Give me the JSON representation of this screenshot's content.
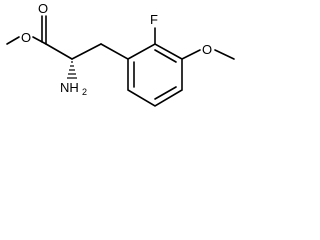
{
  "molecule": {
    "atom_labels": {
      "fluorine": "F",
      "carbonyl_oxygen": "O",
      "ester_oxygen": "O",
      "ether_oxygen": "O",
      "amine_n": "NH",
      "amine_subscript": "2"
    }
  }
}
